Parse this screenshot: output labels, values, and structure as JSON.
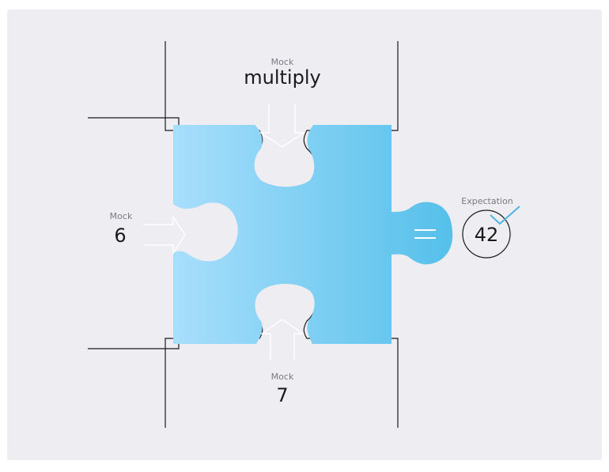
{
  "top_input": {
    "caption": "Mock",
    "value": "multiply"
  },
  "left_input": {
    "caption": "Mock",
    "value": "6"
  },
  "bottom_input": {
    "caption": "Mock",
    "value": "7"
  },
  "result": {
    "caption": "Expectation",
    "value": "42"
  },
  "colors": {
    "background": "#eeedf2",
    "piece_light": "#a8defc",
    "piece_dark": "#55c0ea",
    "outline": "#1a1a1a",
    "check": "#4fb6e3"
  }
}
